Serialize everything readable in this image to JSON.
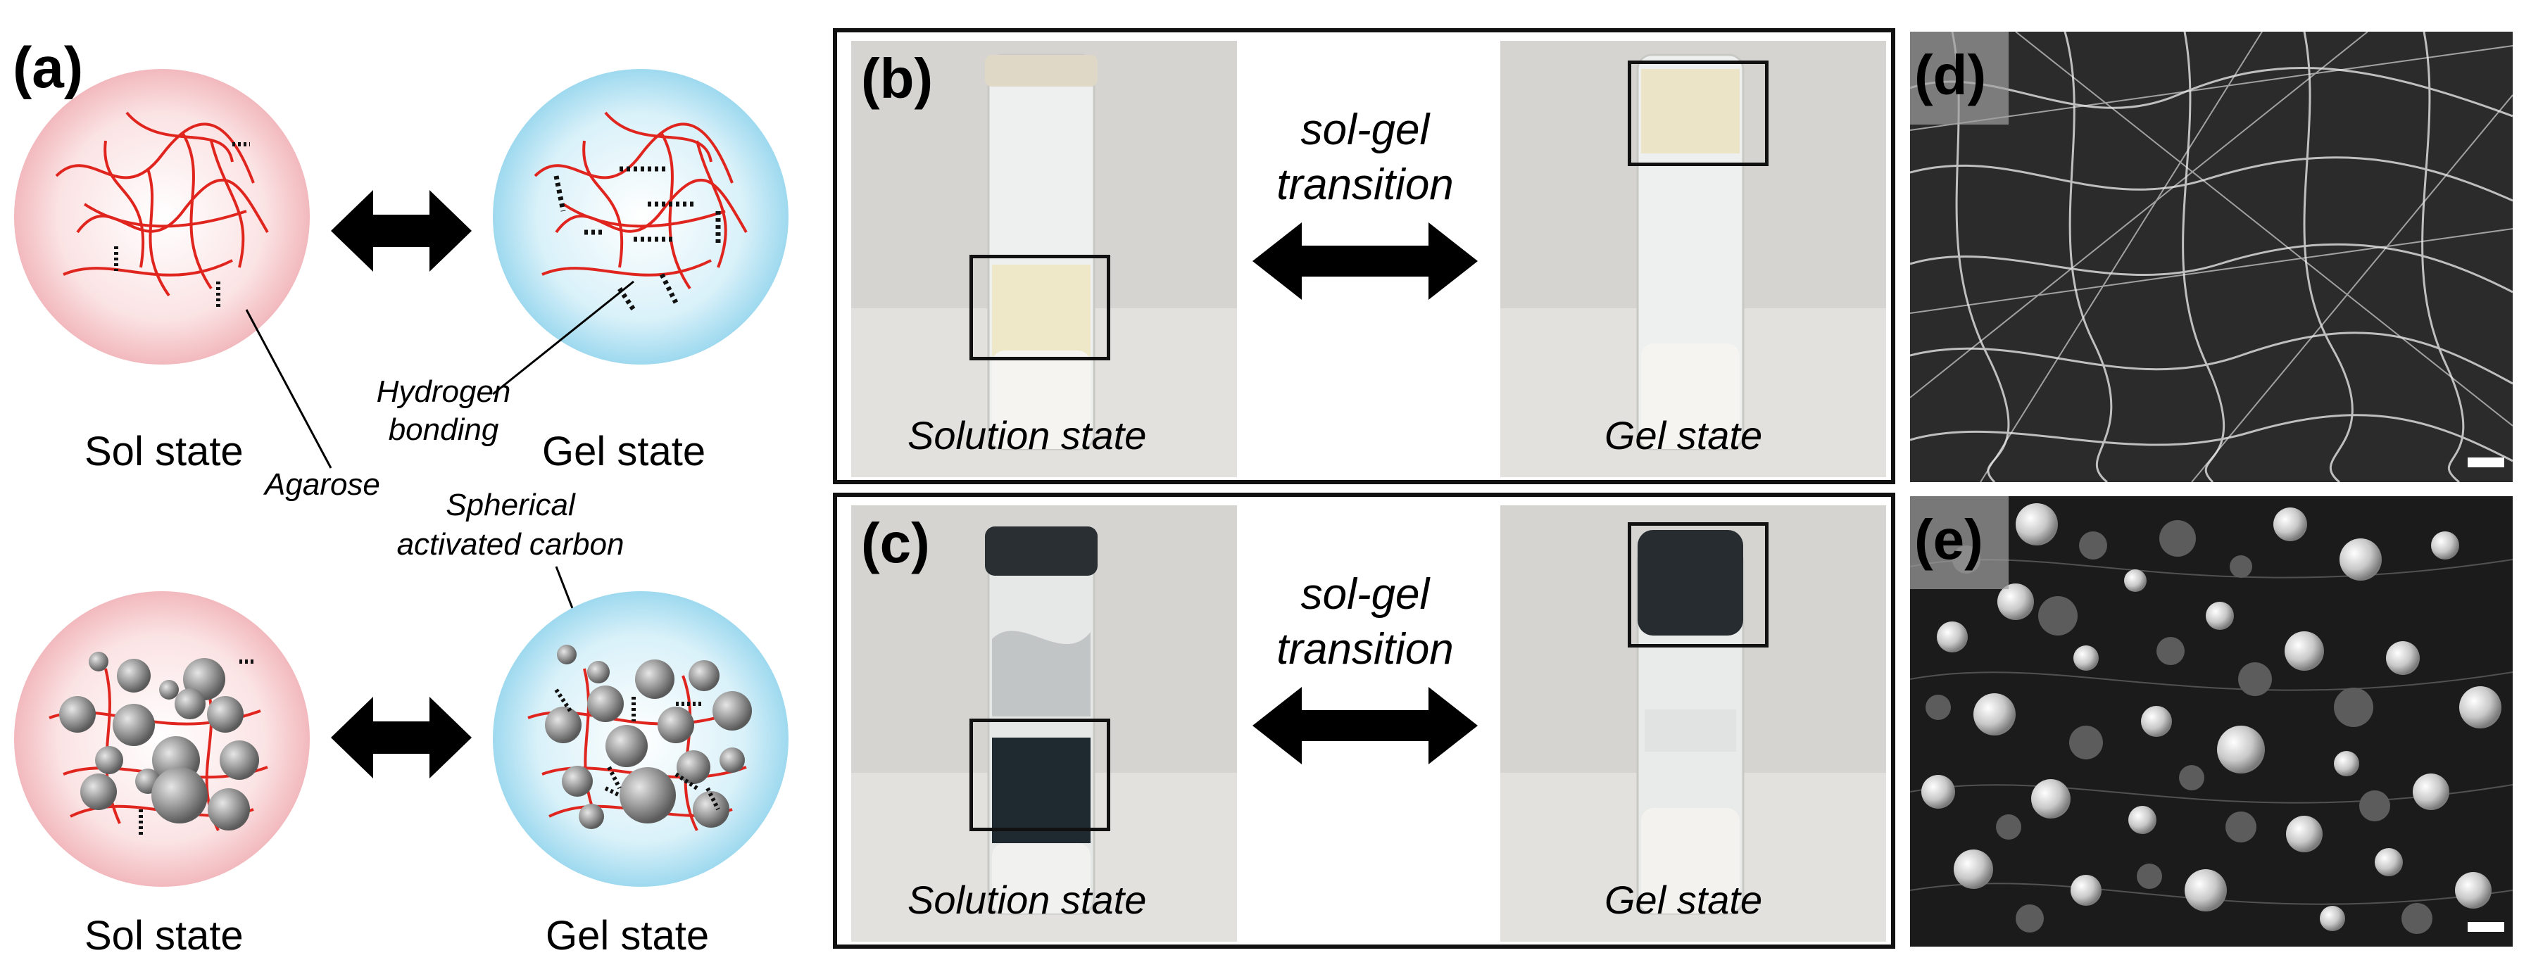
{
  "panel_a": {
    "label": "(a)",
    "sol_state_top": "Sol state",
    "gel_state_top": "Gel state",
    "hydrogen_bonding": "Hydrogen\nbonding",
    "agarose": "Agarose",
    "spherical_carbon": "Spherical\nactivated carbon",
    "sol_state_bottom": "Sol state",
    "gel_state_bottom": "Gel state"
  },
  "panel_b": {
    "label": "(b)",
    "transition": "sol-gel\ntransition",
    "left_caption": "Solution state",
    "right_caption": "Gel state"
  },
  "panel_c": {
    "label": "(c)",
    "transition": "sol-gel\ntransition",
    "left_caption": "Solution state",
    "right_caption": "Gel state"
  },
  "panel_d": {
    "label": "(d)"
  },
  "panel_e": {
    "label": "(e)"
  },
  "colors": {
    "sol_bubble": "#f6c9cc",
    "gel_bubble": "#bfe6f4",
    "agarose_fiber": "#e0251f",
    "carbon_sphere": "#8a8a8a",
    "arrow": "#000000"
  }
}
